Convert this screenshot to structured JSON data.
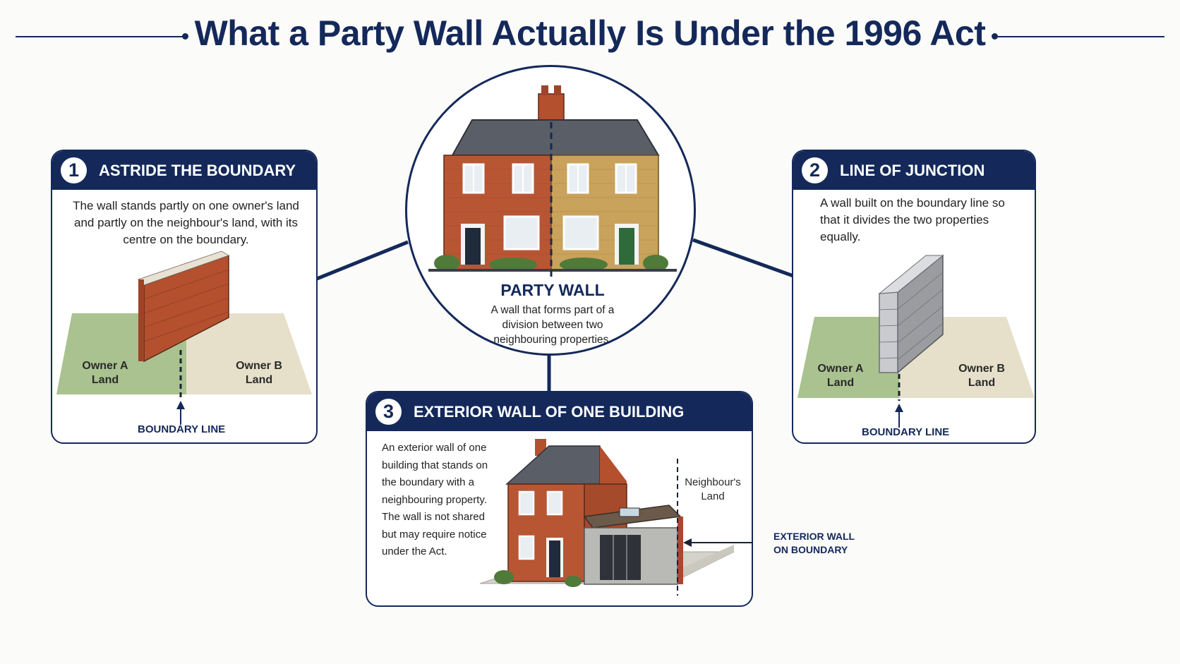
{
  "title": "What a Party Wall Actually Is Under the 1996 Act",
  "colors": {
    "navy": "#14295a",
    "brick": "#b4502e",
    "yellow_brick": "#c9a25b",
    "grass": "#a9c28f",
    "sand": "#e6dfca"
  },
  "center": {
    "title": "PARTY WALL",
    "description": "A wall that forms part of a division between two neighbouring properties."
  },
  "cards": [
    {
      "number": "1",
      "title": "ASTRIDE THE BOUNDARY",
      "text": "The wall stands partly on one owner's land and partly on the neighbour's land, with its centre on the boundary.",
      "owner_a": "Owner A\nLand",
      "owner_b": "Owner B\nLand",
      "boundary": "BOUNDARY LINE"
    },
    {
      "number": "2",
      "title": "LINE OF JUNCTION",
      "text": "A wall built on the boundary line so that it divides the two properties equally.",
      "owner_a": "Owner A\nLand",
      "owner_b": "Owner B\nLand",
      "boundary": "BOUNDARY LINE"
    },
    {
      "number": "3",
      "title": "EXTERIOR WALL OF ONE BUILDING",
      "text": "An exterior wall of one building that stands on the boundary with a neighbouring property. The wall is not shared but may require notice under the Act.",
      "neighbour": "Neighbour's\nLand",
      "exterior_label": "EXTERIOR WALL\nON BOUNDARY"
    }
  ]
}
